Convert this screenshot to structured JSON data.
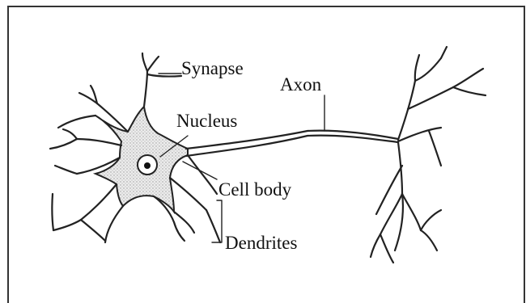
{
  "diagram": {
    "labels": {
      "synapse": "Synapse",
      "axon": "Axon",
      "nucleus": "Nucleus",
      "cell_body": "Cell body",
      "dendrites": "Dendrites"
    },
    "colors": {
      "ink": "#222222",
      "cell_fill": "#d9d9d9",
      "background": "#ffffff"
    }
  }
}
